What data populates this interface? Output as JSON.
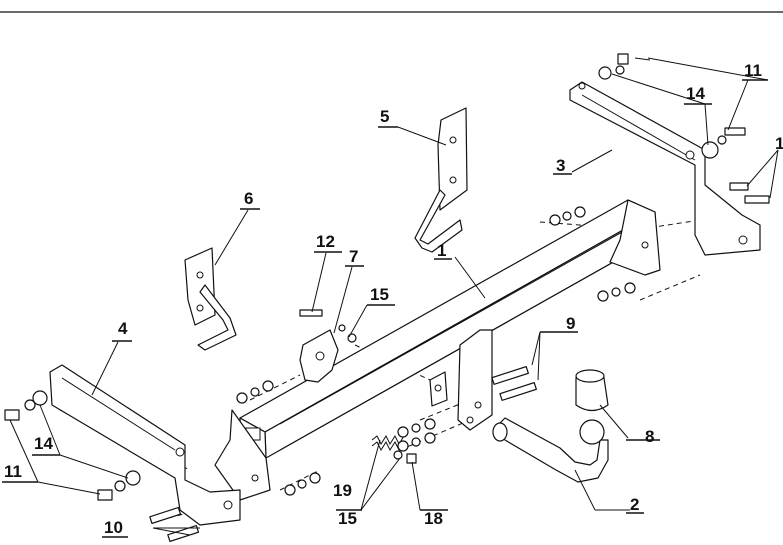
{
  "callouts": {
    "c1": "1",
    "c2": "2",
    "c3": "3",
    "c4": "4",
    "c5": "5",
    "c6": "6",
    "c7": "7",
    "c8": "8",
    "c10": "10",
    "c11_left": "11",
    "c11_right": "11",
    "c11_edge": "1",
    "c12": "12",
    "c14_left": "14",
    "c14_right": "14",
    "c15_top": "15",
    "c15_bottom": "15",
    "c18": "18",
    "c19": "19",
    "c9": "9"
  }
}
